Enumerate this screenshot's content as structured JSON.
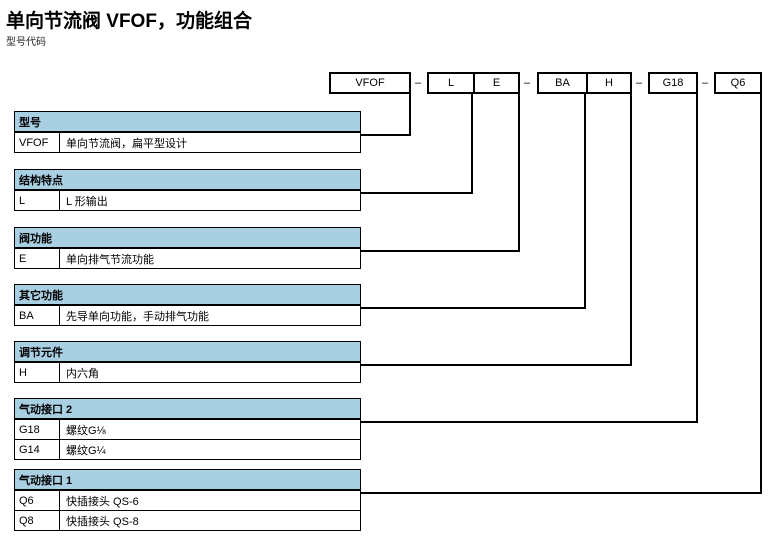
{
  "page": {
    "title": "单向节流阀 VFOF，功能组合",
    "subtitle": "型号代码"
  },
  "colors": {
    "header_blue": "#a9cfe3",
    "line_black": "#000000",
    "background": "#ffffff"
  },
  "code_string": {
    "separator": "–",
    "groups": [
      {
        "cells": [
          "VFOF"
        ]
      },
      {
        "cells": [
          "L",
          "E"
        ]
      },
      {
        "cells": [
          "BA",
          "H"
        ]
      },
      {
        "cells": [
          "G18"
        ]
      },
      {
        "cells": [
          "Q6"
        ]
      }
    ]
  },
  "sections": [
    {
      "header": "型号",
      "rows": [
        {
          "code": "VFOF",
          "desc": "单向节流阀，扁平型设计"
        }
      ]
    },
    {
      "header": "结构特点",
      "rows": [
        {
          "code": "L",
          "desc": "L 形输出"
        }
      ]
    },
    {
      "header": "阀功能",
      "rows": [
        {
          "code": "E",
          "desc": "单向排气节流功能"
        }
      ]
    },
    {
      "header": "其它功能",
      "rows": [
        {
          "code": "BA",
          "desc": "先导单向功能，手动排气功能"
        }
      ]
    },
    {
      "header": "调节元件",
      "rows": [
        {
          "code": "H",
          "desc": "内六角"
        }
      ]
    },
    {
      "header": "气动接口 2",
      "rows": [
        {
          "code": "G18",
          "desc": "螺纹G⅛"
        },
        {
          "code": "G14",
          "desc": "螺纹G¼"
        }
      ]
    },
    {
      "header": "气动接口 1",
      "rows": [
        {
          "code": "Q6",
          "desc": "快插接头 QS-6"
        },
        {
          "code": "Q8",
          "desc": "快插接头 QS-8"
        }
      ]
    }
  ]
}
